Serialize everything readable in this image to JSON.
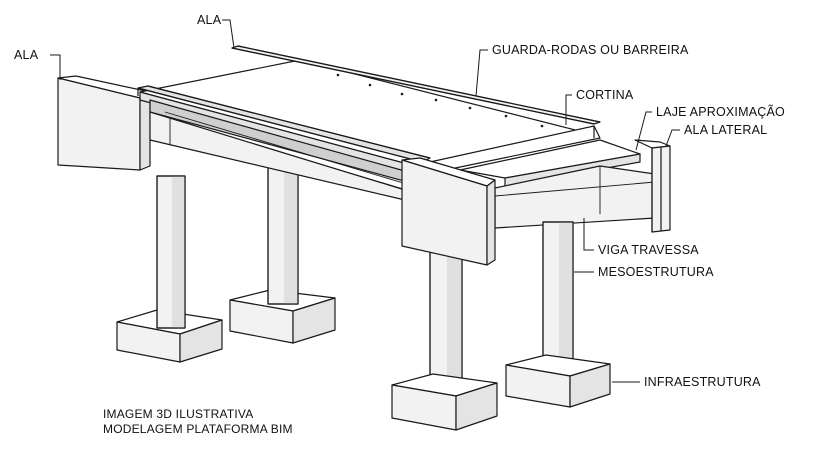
{
  "labels": {
    "ala_left": "ALA",
    "ala_top": "ALA",
    "guarda_rodas": "GUARDA-RODAS OU BARREIRA",
    "cortina": "CORTINA",
    "laje_aproximacao": "LAJE APROXIMAÇÃO",
    "ala_lateral": "ALA LATERAL",
    "viga_travessa": "VIGA TRAVESSA",
    "mesoestrutura": "MESOESTRUTURA",
    "infraestrutura": "INFRAESTRUTURA"
  },
  "caption": {
    "line1": "IMAGEM 3D ILUSTRATIVA",
    "line2": "MODELAGEM PLATAFORMA BIM"
  }
}
